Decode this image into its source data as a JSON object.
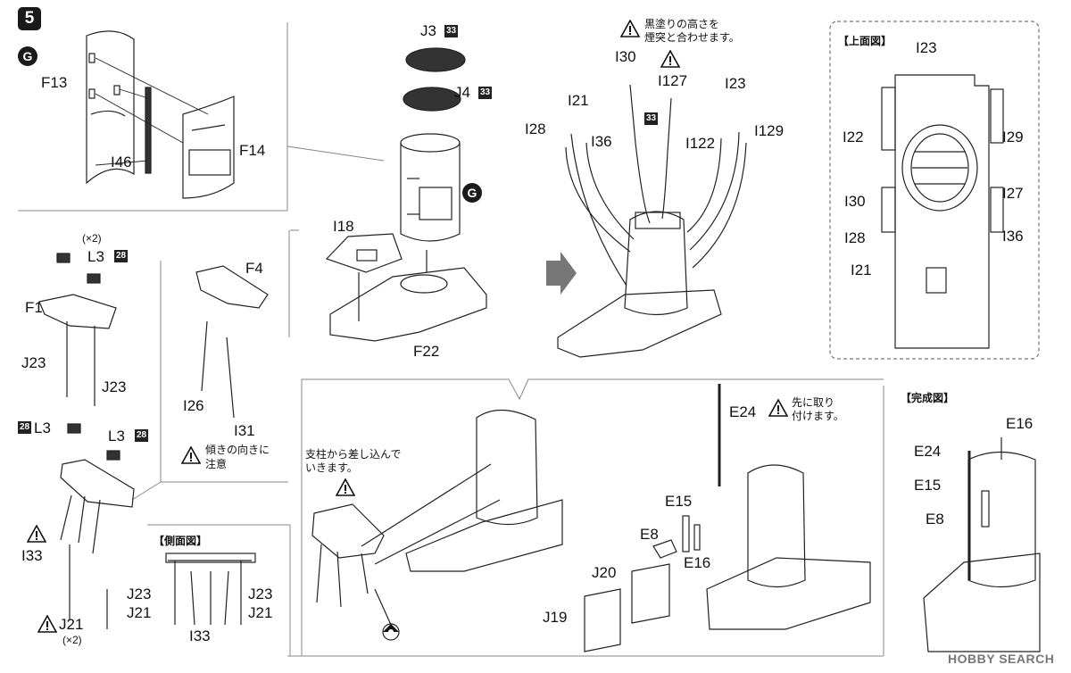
{
  "step": {
    "number": "5",
    "sub_mark": "G"
  },
  "panels": {
    "top_left": {
      "parts": [
        "F13",
        "F14",
        "I46"
      ]
    },
    "stack": {
      "parts": [
        "J3",
        "J4",
        "I18",
        "F22"
      ],
      "paint_badge": "33",
      "mark": "G"
    },
    "funnel": {
      "note": [
        "黒塗りの高さを",
        "煙突と合わせます。"
      ],
      "parts": [
        "I30",
        "I127",
        "I21",
        "I23",
        "I28",
        "I36",
        "I122",
        "I129"
      ],
      "paint_badge": "33"
    },
    "top_view": {
      "title": "【上面図】",
      "parts": [
        "I23",
        "I22",
        "I29",
        "I30",
        "I27",
        "I28",
        "I36",
        "I21"
      ]
    },
    "mast": {
      "count": "(×2)",
      "parts": [
        "L3",
        "F1",
        "J23",
        "J23",
        "L3",
        "L3",
        "I33",
        "J21"
      ],
      "paint_badge": "28",
      "j21_count": "(×2)"
    },
    "legs": {
      "parts": [
        "F4",
        "I26",
        "I31"
      ],
      "note": [
        "傾きの向きに",
        "注意"
      ]
    },
    "side_view": {
      "title": "【側面図】",
      "parts": [
        "J23",
        "J23",
        "J21",
        "J21",
        "I33"
      ]
    },
    "insert": {
      "note": [
        "支柱から差し込んで",
        "いきます。"
      ]
    },
    "rear": {
      "note": [
        "先に取り",
        "付けます。"
      ],
      "parts": [
        "E24",
        "E15",
        "E8",
        "E16",
        "J20",
        "J19"
      ]
    },
    "completed": {
      "title": "【完成図】",
      "parts": [
        "E16",
        "E24",
        "E15",
        "E8"
      ]
    }
  },
  "watermark": "HOBBY SEARCH",
  "icons": [
    "warning-icon",
    "arrow-right-icon",
    "paint-color-badge",
    "assembly-mark-icon"
  ]
}
